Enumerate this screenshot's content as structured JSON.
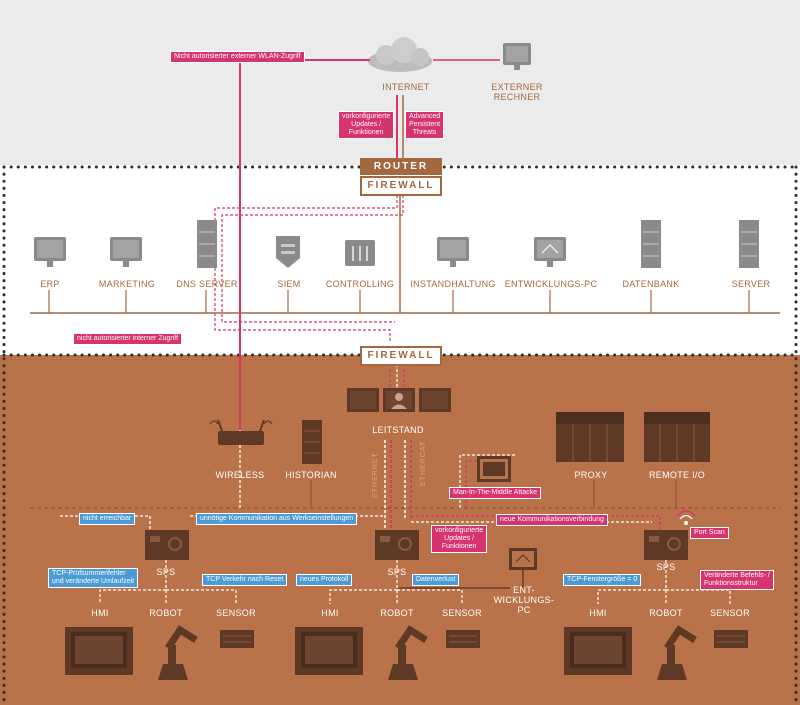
{
  "colors": {
    "top_zone": "#ebebeb",
    "office_zone": "#ffffff",
    "production_zone": "#b9724a",
    "copper": "#a4683f",
    "threat": "#d6336f",
    "failure": "#4b9bd6",
    "device": "#8a8a8a",
    "device_dark": "#5e3a26"
  },
  "internet": {
    "cloud_icon": "cloud-icon",
    "label": "INTERNET",
    "external_pc": {
      "icon": "monitor-icon",
      "label": "EXTERNER\nRECHNER"
    },
    "threats": [
      "Nicht autorisierter externer WLAN-Zugriff",
      "vorkonfigurierte\nUpdates /\nFunktionen",
      "Advanced\nPersistent\nThreats"
    ]
  },
  "gateway": {
    "router": "ROUTER",
    "firewall_top": "FIREWALL",
    "firewall_bottom": "FIREWALL"
  },
  "office": {
    "devices": [
      {
        "label": "ERP",
        "icon": "monitor-icon"
      },
      {
        "label": "MARKETING",
        "icon": "monitor-icon"
      },
      {
        "label": "DNS SERVER",
        "icon": "server-icon"
      },
      {
        "label": "SIEM",
        "icon": "shield-icon"
      },
      {
        "label": "CONTROLLING",
        "icon": "controlling-icon"
      },
      {
        "label": "INSTANDHALTUNG",
        "icon": "monitor-icon"
      },
      {
        "label": "ENTWICKLUNGS-PC",
        "icon": "dev-monitor-icon"
      },
      {
        "label": "DATENBANK",
        "icon": "server-icon"
      },
      {
        "label": "SERVER",
        "icon": "server-icon"
      }
    ],
    "threat": "nicht autorisierter interner Zugriff"
  },
  "production": {
    "leitstand": "LEITSTAND",
    "bus_labels": [
      "ETHERNET",
      "ETHERCAT"
    ],
    "nodes": [
      {
        "label": "WIRELESS",
        "icon": "wifi-router-icon"
      },
      {
        "label": "HISTORIAN",
        "icon": "server-icon"
      },
      {
        "label": "PROXY",
        "icon": "rack-icon"
      },
      {
        "label": "REMOTE I/O",
        "icon": "rack-icon"
      }
    ],
    "cells": [
      {
        "sps": "SPS",
        "hmi": "HMI",
        "robot": "ROBOT",
        "sensor": "SENSOR"
      },
      {
        "sps": "SPS",
        "hmi": "HMI",
        "robot": "ROBOT",
        "sensor": "SENSOR",
        "extra": "ENT-\nWICKLUNGS-\nPC"
      },
      {
        "sps": "SPS",
        "hmi": "HMI",
        "robot": "ROBOT",
        "sensor": "SENSOR"
      }
    ],
    "threats": [
      "Man-In-The-Middle Attacke",
      "neue Kommunikationsverbindung",
      "vorkonfigurierte\nUpdates /\nFunktionen",
      "Port Scan",
      "Veränderte Befehls- /\nFunktionsstruktur"
    ],
    "failures": [
      "nicht erreichbar",
      "unnötige Kommunikation aus Werkseinstellungen",
      "TCP-Prüfsummenfehler\nund veränderte Umlaufzeit",
      "TCP Verkehr nach Reset",
      "neues Protokoll",
      "Datenverlust",
      "TCP-Fenstergröße = 0"
    ]
  }
}
